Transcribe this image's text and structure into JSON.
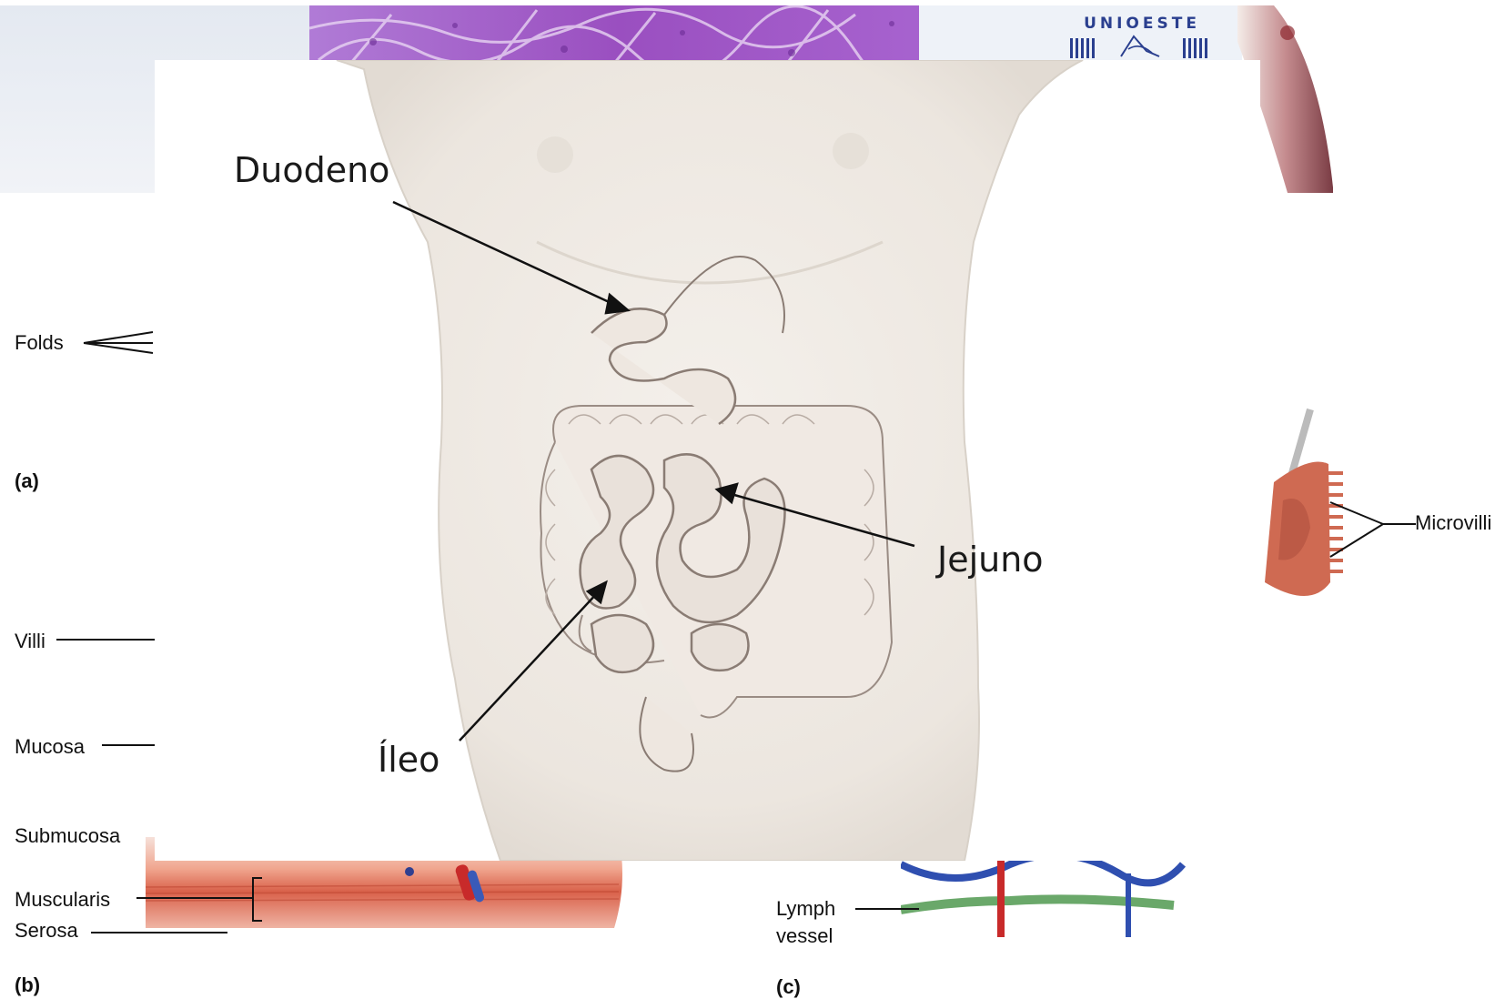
{
  "logo": {
    "text": "UNIOESTE"
  },
  "background_labels": {
    "folds": "Folds",
    "villi": "Villi",
    "mucosa": "Mucosa",
    "submucosa": "Submucosa",
    "muscularis": "Muscularis",
    "serosa": "Serosa",
    "microvilli": "Microvilli",
    "lymph_vessel_line1": "Lymph",
    "lymph_vessel_line2": "vessel"
  },
  "panel_letters": {
    "a": "(a)",
    "b": "(b)",
    "c": "(c)"
  },
  "main_labels": {
    "duodeno": "Duodeno",
    "jejuno": "Jejuno",
    "ileo": "Íleo"
  },
  "colors": {
    "histology_purple": "#a45cc4",
    "muscle_red": "#d9614a",
    "skin": "#efeae4",
    "vein_blue": "#2f4fb0",
    "lymph_green": "#6aa86a"
  }
}
